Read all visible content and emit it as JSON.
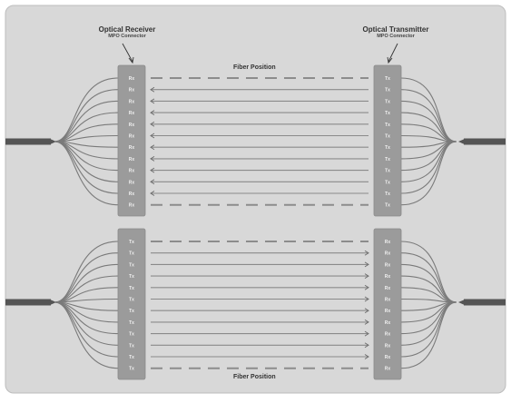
{
  "labels": {
    "optical_receiver": "Optical Receiver",
    "optical_transmitter": "Optical Transmitter",
    "mpo_connector": "MPO Connector",
    "fiber_position": "Fiber Position"
  },
  "top_block": {
    "left_ports": [
      "Rx",
      "Rx",
      "Rx",
      "Rx",
      "Rx",
      "Rx",
      "Rx",
      "Rx",
      "Rx",
      "Rx",
      "Rx",
      "Rx"
    ],
    "right_ports": [
      "Tx",
      "Tx",
      "Tx",
      "Tx",
      "Tx",
      "Tx",
      "Tx",
      "Tx",
      "Tx",
      "Tx",
      "Tx",
      "Tx"
    ],
    "signal_direction": "right-to-left",
    "dashed_positions": [
      1,
      12
    ]
  },
  "bottom_block": {
    "left_ports": [
      "Tx",
      "Tx",
      "Tx",
      "Tx",
      "Tx",
      "Tx",
      "Tx",
      "Tx",
      "Tx",
      "Tx",
      "Tx",
      "Tx"
    ],
    "right_ports": [
      "Rx",
      "Rx",
      "Rx",
      "Rx",
      "Rx",
      "Rx",
      "Rx",
      "Rx",
      "Rx",
      "Rx",
      "Rx",
      "Rx"
    ],
    "signal_direction": "left-to-right",
    "dashed_positions": [
      1,
      12
    ]
  },
  "colors": {
    "panel": "#d8d8d8",
    "connector": "#9b9b9b",
    "fiber": "#7a7a7a",
    "cable": "#555555"
  }
}
